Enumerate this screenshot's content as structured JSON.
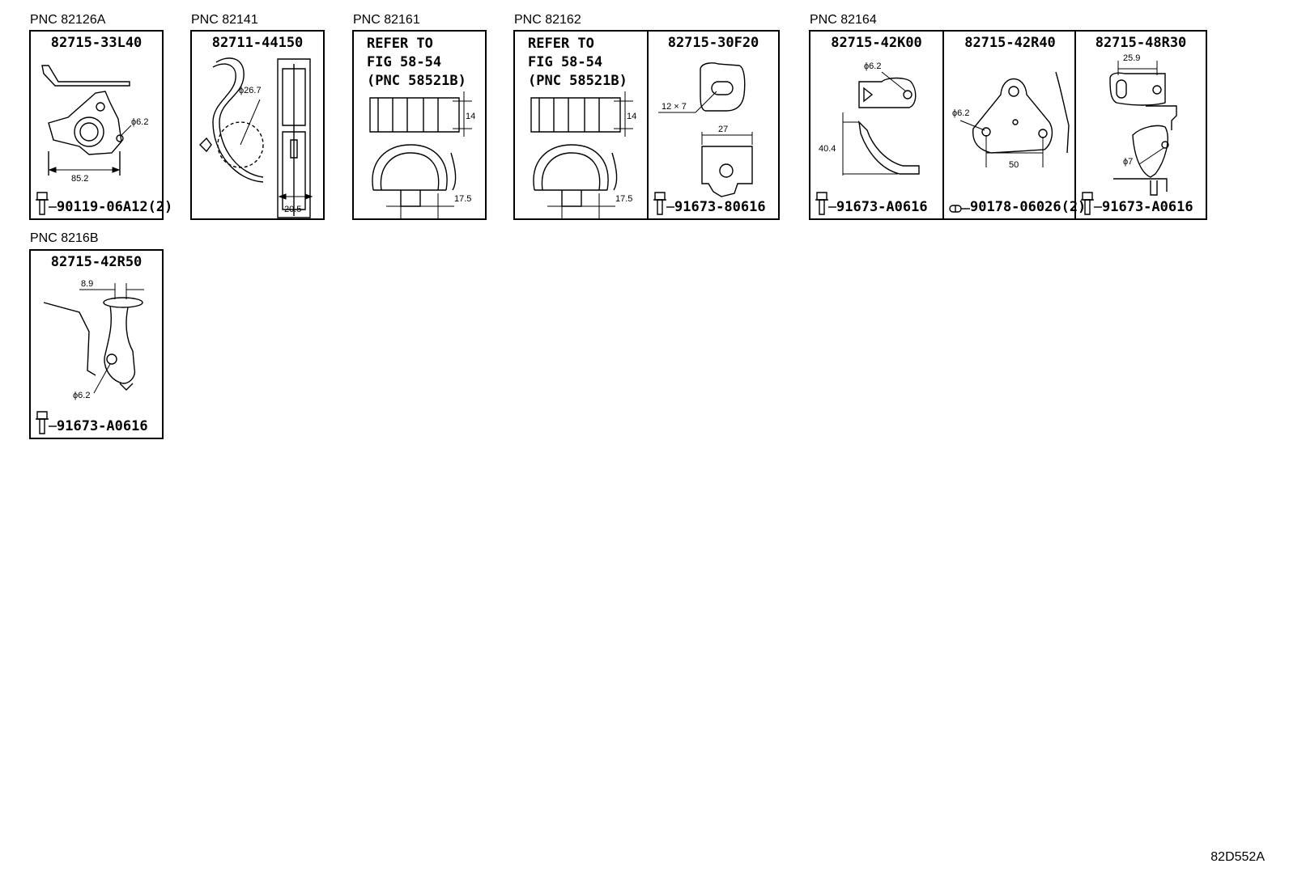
{
  "pnc_1": {
    "label": "PNC 82126A",
    "part_number": "82715-33L40",
    "bolt": "90119-06A12(2)",
    "dims": {
      "diameter": "ϕ6.2",
      "width": "85.2"
    }
  },
  "pnc_2": {
    "label": "PNC 82141",
    "part_number": "82711-44150",
    "dims": {
      "diameter": "ϕ26.7",
      "width": "20.5"
    }
  },
  "pnc_3": {
    "label": "PNC 82161",
    "refer_text": "REFER TO\nFIG 58-54\n(PNC 58521B)",
    "dims": {
      "height": "14",
      "width": "17.5"
    }
  },
  "pnc_4": {
    "label": "PNC 82162",
    "refer_text": "REFER TO\nFIG 58-54\n(PNC 58521B)",
    "dims": {
      "height": "14",
      "width": "17.5"
    },
    "part_number": "82715-30F20",
    "bolt": "91673-80616",
    "dims2": {
      "slot": "12 × 7",
      "width": "27"
    }
  },
  "pnc_5": {
    "label": "PNC 82164",
    "cells": [
      {
        "part_number": "82715-42K00",
        "bolt": "91673-A0616",
        "dims": {
          "diameter": "ϕ6.2",
          "height": "40.4"
        }
      },
      {
        "part_number": "82715-42R40",
        "bolt": "90178-06026(2)",
        "dims": {
          "diameter": "ϕ6.2",
          "width": "50"
        }
      },
      {
        "part_number": "82715-48R30",
        "bolt": "91673-A0616",
        "dims": {
          "width": "25.9",
          "diameter": "ϕ7"
        }
      }
    ]
  },
  "pnc_6": {
    "label": "PNC 8216B",
    "part_number": "82715-42R50",
    "bolt": "91673-A0616",
    "dims": {
      "width": "8.9",
      "diameter": "ϕ6.2"
    }
  },
  "figure_code": "82D552A"
}
